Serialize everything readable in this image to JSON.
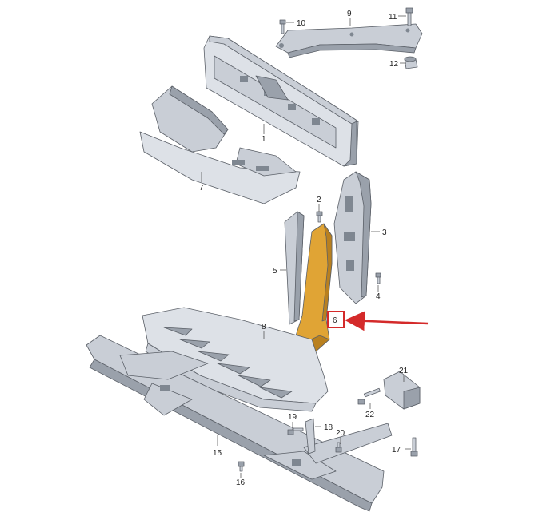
{
  "diagram": {
    "highlight_color": "#e0a435",
    "arrow_color": "#d42a2a",
    "part_color": "#c9ced6",
    "callouts": [
      {
        "id": "c1",
        "label": "1"
      },
      {
        "id": "c2",
        "label": "2"
      },
      {
        "id": "c3",
        "label": "3"
      },
      {
        "id": "c4",
        "label": "4"
      },
      {
        "id": "c5",
        "label": "5"
      },
      {
        "id": "c6",
        "label": "6"
      },
      {
        "id": "c7",
        "label": "7"
      },
      {
        "id": "c8",
        "label": "8"
      },
      {
        "id": "c9",
        "label": "9"
      },
      {
        "id": "c10",
        "label": "10"
      },
      {
        "id": "c11",
        "label": "11"
      },
      {
        "id": "c12",
        "label": "12"
      },
      {
        "id": "c15",
        "label": "15"
      },
      {
        "id": "c16",
        "label": "16"
      },
      {
        "id": "c17",
        "label": "17"
      },
      {
        "id": "c18",
        "label": "18"
      },
      {
        "id": "c19",
        "label": "19"
      },
      {
        "id": "c20",
        "label": "20"
      },
      {
        "id": "c21",
        "label": "21"
      },
      {
        "id": "c22",
        "label": "22"
      }
    ]
  }
}
